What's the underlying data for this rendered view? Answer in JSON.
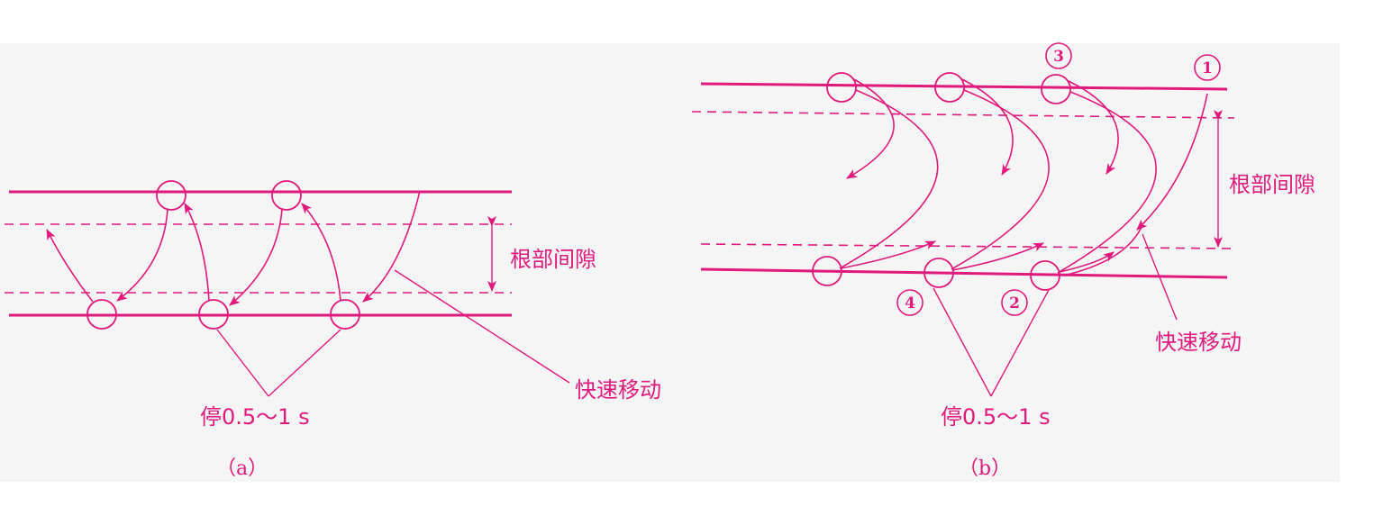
{
  "colors": {
    "accent": "#e0197d",
    "background": "#f5f5f5"
  },
  "panel_a": {
    "caption": "（a）",
    "root_gap_label": "根部间隙",
    "fast_move_label": "快速移动",
    "dwell_label": "停0.5～1 s"
  },
  "panel_b": {
    "caption": "（b）",
    "root_gap_label": "根部间隙",
    "fast_move_label": "快速移动",
    "dwell_label": "停0.5～1 s",
    "markers": [
      "1",
      "2",
      "3",
      "4"
    ]
  }
}
